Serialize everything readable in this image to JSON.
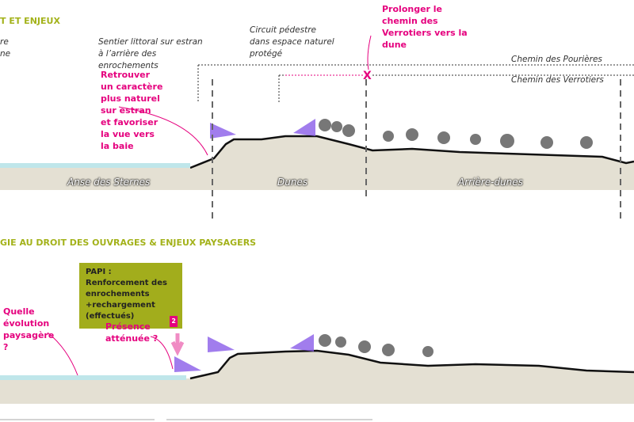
{
  "section1": {
    "title": "T ET ENJEUX",
    "left_partial": [
      "re",
      "ne"
    ],
    "sentier": "Sentier littoral sur estran à l’arrière des enrochements",
    "circuit": "Circuit pédestre dans espace naturel protégé",
    "prolonger": "Prolonger le chemin des Verrotiers vers la dune",
    "retrouver": "Retrouver un caractère plus naturel sur estran et favoriser la vue vers la baie",
    "chemin_pourieres": "Chemin des Pourières",
    "chemin_verrotiers": "Chemin des Verrotiers",
    "zones": [
      "Anse des Sternes",
      "Dunes",
      "Arrière-dunes"
    ]
  },
  "section2": {
    "title": "GIE AU DROIT DES OUVRAGES & ENJEUX PAYSAGERS",
    "papi": "PAPI : Renforcement des enrochements +rechargement (effectués)",
    "papi_badge": "2",
    "quelle": "Quelle évolution paysagère ?",
    "presence": "Présence atténuée ?"
  },
  "colors": {
    "accent": "#a3b21a",
    "magenta": "#e5007e",
    "ground": "#e4e0d3"
  }
}
